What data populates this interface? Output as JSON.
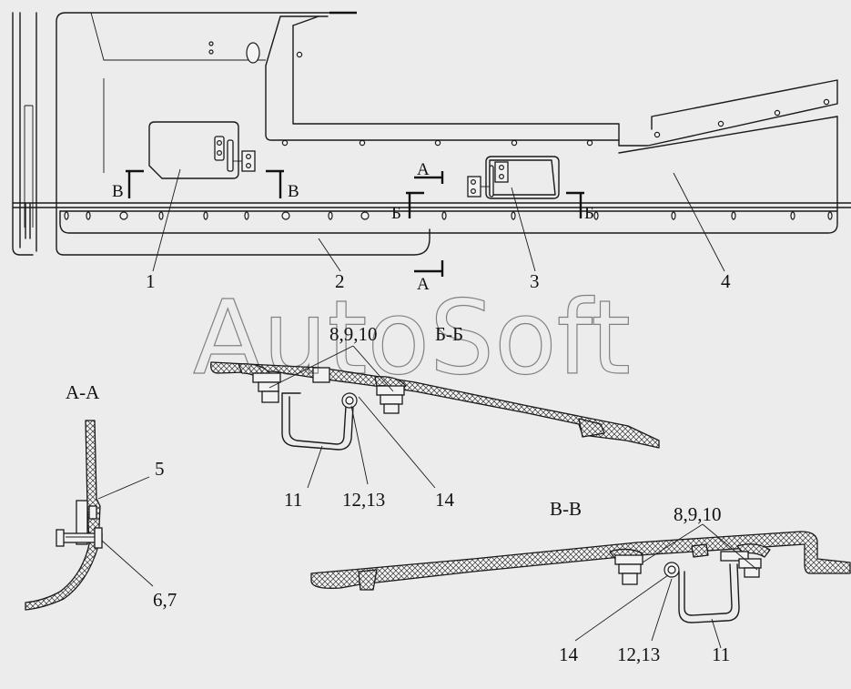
{
  "watermark": "AutoSoft",
  "callouts": {
    "p1": "1",
    "p2": "2",
    "p3": "3",
    "p4": "4",
    "aa_5": "5",
    "aa_67": "6,7",
    "bb_8910": "8,9,10",
    "bb_11": "11",
    "bb_1213": "12,13",
    "bb_14": "14",
    "vv_8910": "8,9,10",
    "vv_11": "11",
    "vv_1213": "12,13",
    "vv_14": "14"
  },
  "section_marks": {
    "v_left": "В",
    "v_right": "В",
    "a_top": "А",
    "a_bottom": "А",
    "b_left": "Б",
    "b_right": "Б"
  },
  "section_titles": {
    "aa": "А-А",
    "bb": "Б-Б",
    "vv": "В-В"
  }
}
